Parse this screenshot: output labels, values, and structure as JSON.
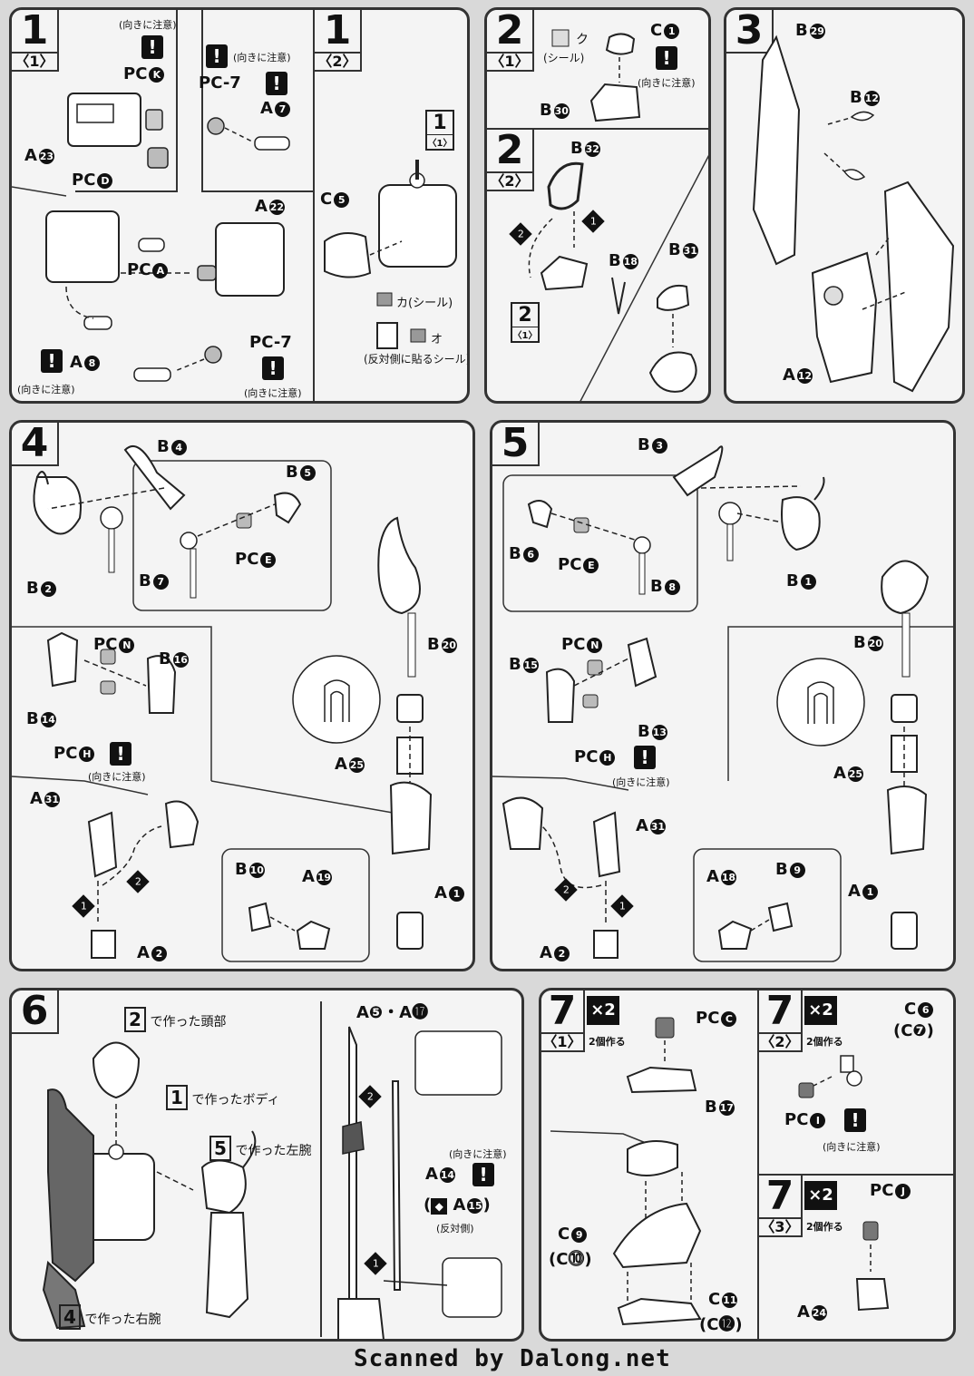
{
  "notes": {
    "orientation": "(向きに注意)",
    "sticker": "(シール)",
    "reverse_sticker": "(反対側に貼るシール)",
    "reverse_side": "(反対側)",
    "make_two": "2個作る",
    "times_two": "×2"
  },
  "steps": {
    "s1_1": {
      "num": "1",
      "sub": "〈1〉"
    },
    "s1_2": {
      "num": "1",
      "sub": "〈2〉"
    },
    "s2_1": {
      "num": "2",
      "sub": "〈1〉"
    },
    "s2_2": {
      "num": "2",
      "sub": "〈2〉"
    },
    "s3": {
      "num": "3"
    },
    "s4": {
      "num": "4"
    },
    "s5": {
      "num": "5"
    },
    "s6": {
      "num": "6"
    },
    "s7_1": {
      "num": "7",
      "sub": "〈1〉"
    },
    "s7_2": {
      "num": "7",
      "sub": "〈2〉"
    },
    "s7_3": {
      "num": "7",
      "sub": "〈3〉"
    }
  },
  "parts": {
    "pck": "PC",
    "pck_n": "K",
    "pc7a": "PC-7",
    "a7": "A",
    "a7_n": "7",
    "a23": "A",
    "a23_n": "23",
    "pcd": "PC",
    "pcd_n": "D",
    "a22": "A",
    "a22_n": "22",
    "pca": "PC",
    "pca_n": "A",
    "a8": "A",
    "a8_n": "8",
    "pc7b": "PC-7",
    "c5": "C",
    "c5_n": "5",
    "ref11": "1",
    "ref11_sub": "〈1〉",
    "ka": "カ",
    "o": "オ",
    "c1": "C",
    "c1_n": "1",
    "ku": "ク",
    "b30": "B",
    "b30_n": "30",
    "b32": "B",
    "b32_n": "32",
    "b18": "B",
    "b18_n": "18",
    "b31": "B",
    "b31_n": "31",
    "ref21": "2",
    "ref21_sub": "〈1〉",
    "b29": "B",
    "b29_n": "29",
    "b12": "B",
    "b12_n": "12",
    "a12": "A",
    "a12_n": "12",
    "b4": "B",
    "b4_n": "4",
    "b5": "B",
    "b5_n": "5",
    "b2": "B",
    "b2_n": "2",
    "b7": "B",
    "b7_n": "7",
    "pce4": "PC",
    "pce4_n": "E",
    "pcn4": "PC",
    "pcn4_n": "N",
    "b16": "B",
    "b16_n": "16",
    "b14": "B",
    "b14_n": "14",
    "pch4": "PC",
    "pch4_n": "H",
    "b20a": "B",
    "b20a_n": "20",
    "a25a": "A",
    "a25a_n": "25",
    "a31a": "A",
    "a31a_n": "31",
    "b10": "B",
    "b10_n": "10",
    "a19": "A",
    "a19_n": "19",
    "a1a": "A",
    "a1a_n": "1",
    "a2a": "A",
    "a2a_n": "2",
    "b3": "B",
    "b3_n": "3",
    "b6": "B",
    "b6_n": "6",
    "pce5": "PC",
    "pce5_n": "E",
    "b8": "B",
    "b8_n": "8",
    "b1": "B",
    "b1_n": "1",
    "b20b": "B",
    "b20b_n": "20",
    "b15": "B",
    "b15_n": "15",
    "pcn5": "PC",
    "pcn5_n": "N",
    "b13": "B",
    "b13_n": "13",
    "pch5": "PC",
    "pch5_n": "H",
    "a25b": "A",
    "a25b_n": "25",
    "a31b": "A",
    "a31b_n": "31",
    "a18": "A",
    "a18_n": "18",
    "b9": "B",
    "b9_n": "9",
    "a1b": "A",
    "a1b_n": "1",
    "a2b": "A",
    "a2b_n": "2",
    "a5a17": "A❺・A⓱",
    "a14": "A",
    "a14_n": "14",
    "a15": "A",
    "a15_n": "15",
    "pcc": "PC",
    "pcc_n": "C",
    "b17": "B",
    "b17_n": "17",
    "c9": "C",
    "c9_n": "9",
    "c10": "(C⓾)",
    "c11": "C",
    "c11_n": "11",
    "c12": "(C⓬)",
    "c6": "C",
    "c6_n": "6",
    "c7": "(C❼)",
    "pci": "PC",
    "pci_n": "I",
    "pcj": "PC",
    "pcj_n": "J",
    "a24": "A",
    "a24_n": "24"
  },
  "step6": {
    "head_ref": "2",
    "head_text": "で作った頭部",
    "body_ref": "1",
    "body_text": "で作ったボディ",
    "left_ref": "5",
    "left_text": "で作った左腕",
    "right_ref": "4",
    "right_text": "で作った右腕"
  },
  "order": {
    "one": "1",
    "two": "2"
  },
  "footer": "Scanned by Dalong.net"
}
